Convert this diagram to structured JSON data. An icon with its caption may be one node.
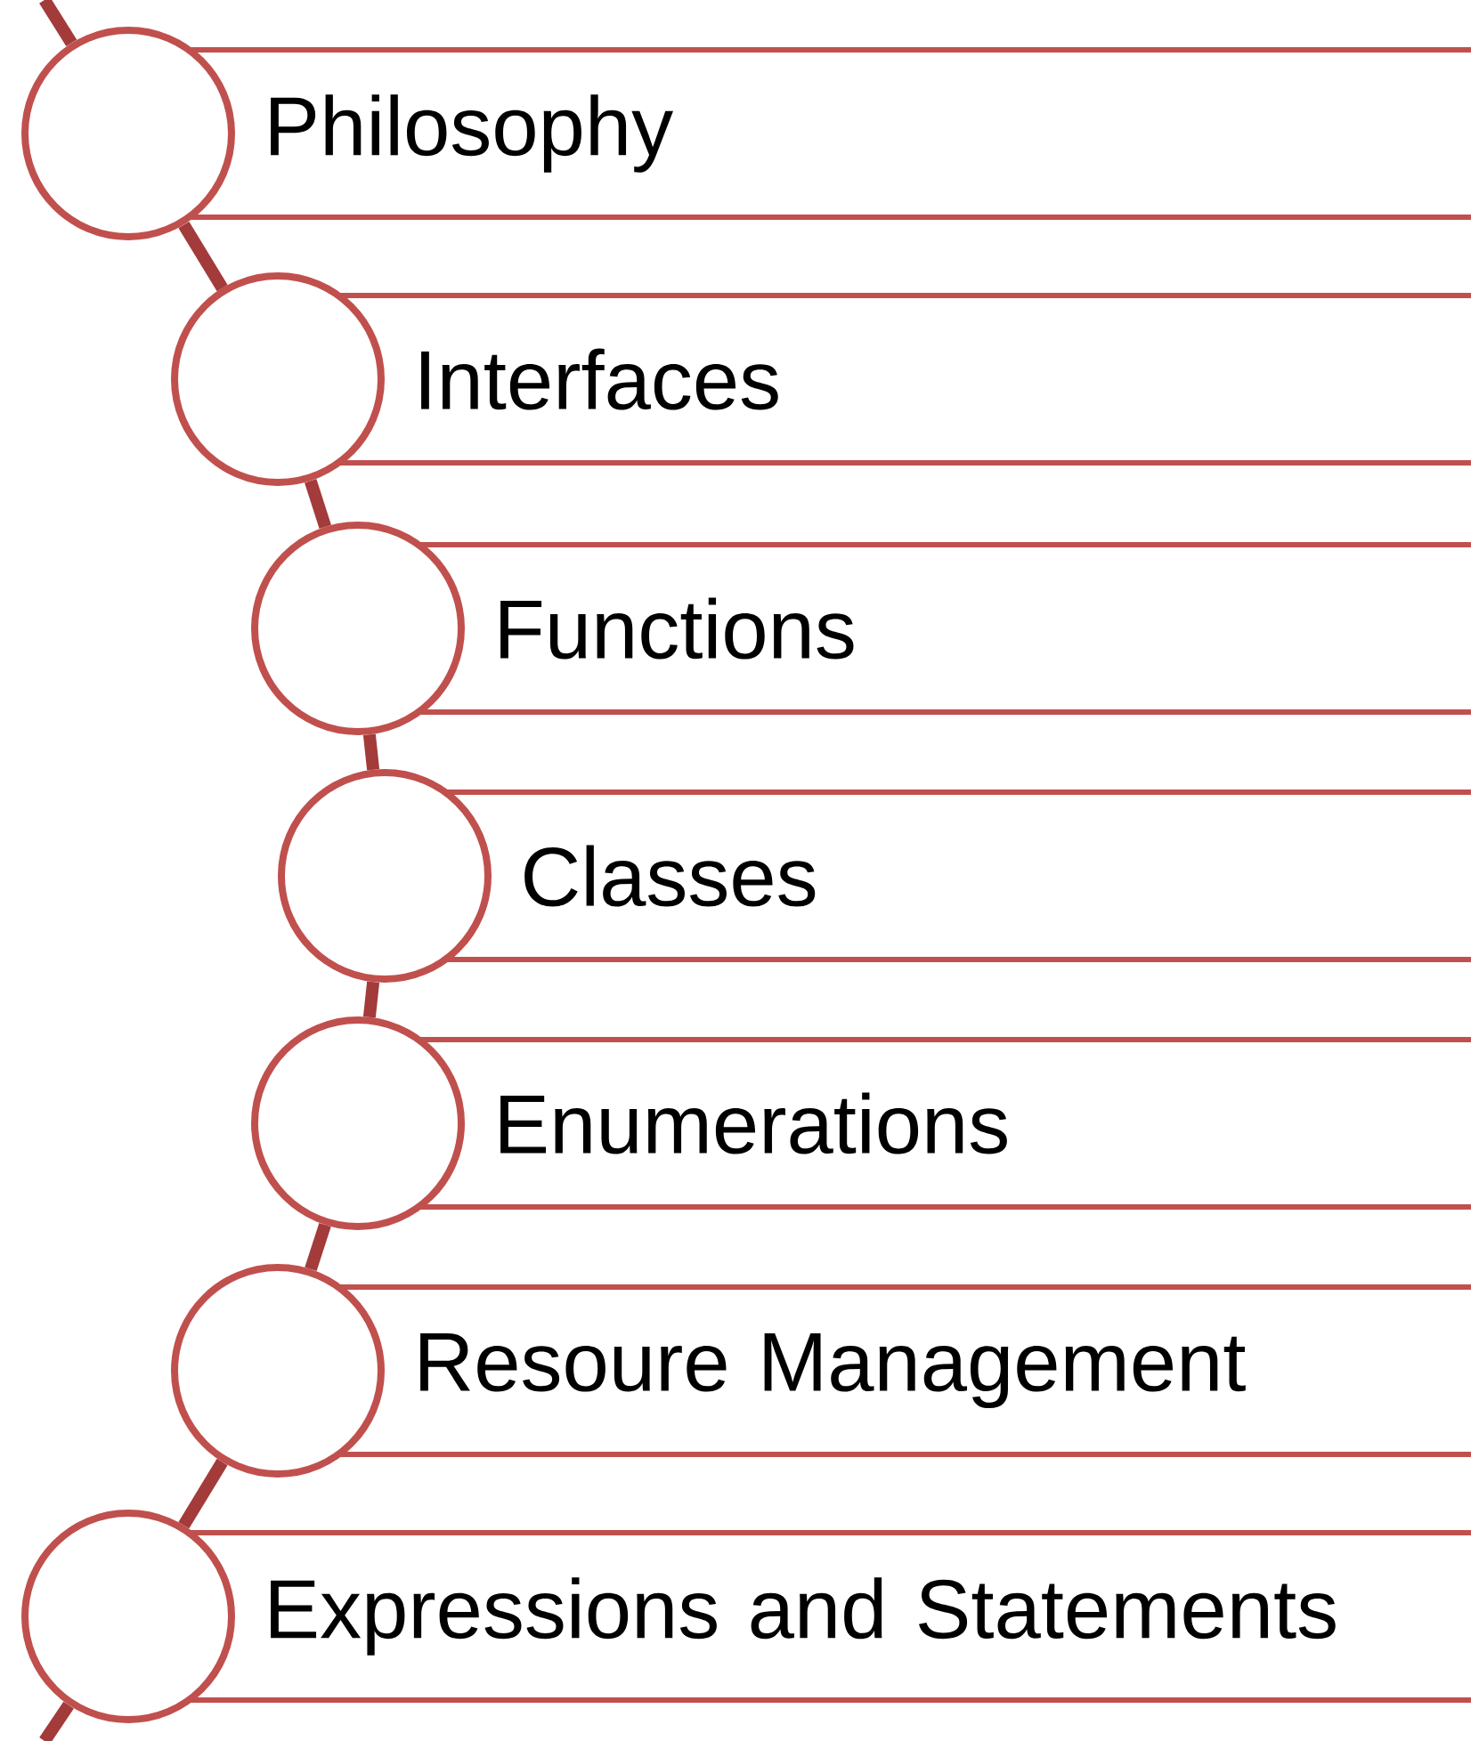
{
  "diagram": {
    "nodes": [
      {
        "text": [
          "Philosophy"
        ]
      },
      {
        "text": [
          "Interfaces"
        ]
      },
      {
        "text": [
          "Functions"
        ]
      },
      {
        "text": [
          "Classes"
        ]
      },
      {
        "text": [
          "Enumerations"
        ]
      },
      {
        "text": [
          "Resoure Management"
        ]
      },
      {
        "text": [
          "Expressions and Statements"
        ]
      }
    ],
    "edges": [
      {
        "from": null,
        "to": 0,
        "arrow": "none"
      },
      {
        "from": 0,
        "to": 1,
        "arrow": "none"
      },
      {
        "from": 1,
        "to": 2,
        "arrow": "none"
      },
      {
        "from": 2,
        "to": 3,
        "arrow": "none"
      },
      {
        "from": 3,
        "to": 4,
        "arrow": "none"
      },
      {
        "from": 4,
        "to": 5,
        "arrow": "none"
      },
      {
        "from": 5,
        "to": 6,
        "arrow": "none"
      },
      {
        "from": 6,
        "to": null,
        "arrow": "none"
      }
    ]
  }
}
